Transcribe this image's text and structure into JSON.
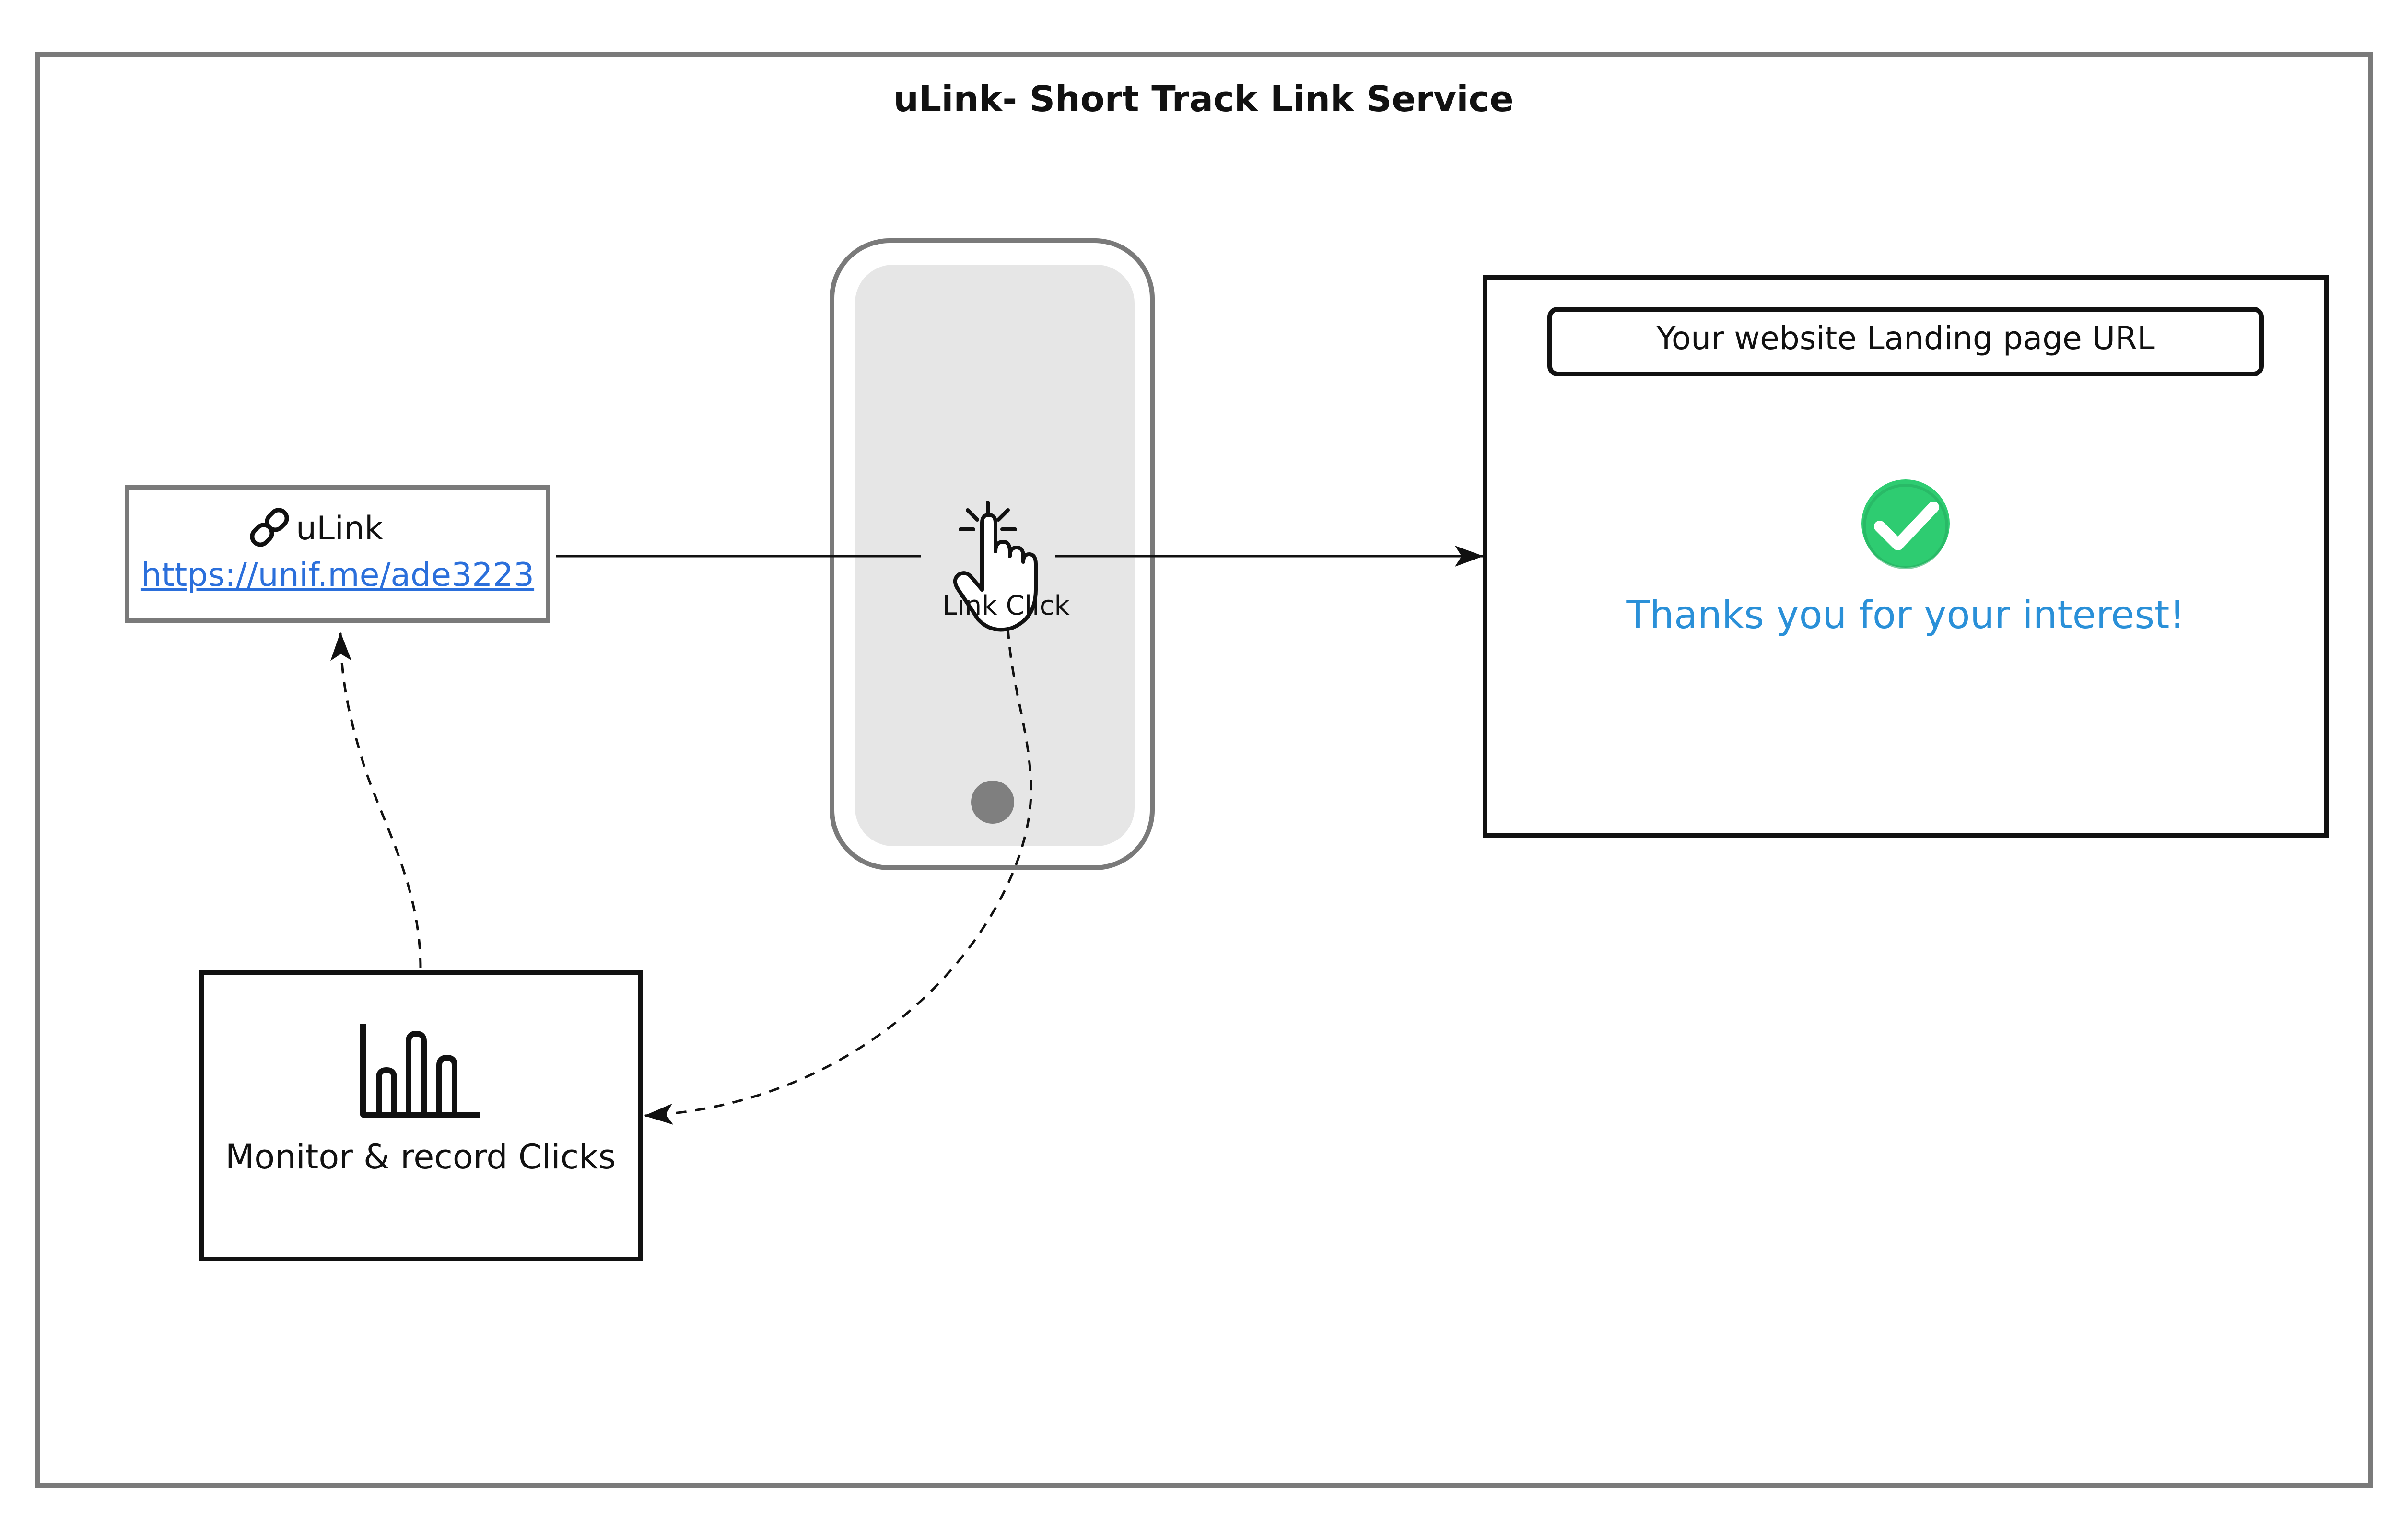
{
  "diagram": {
    "title": "uLink- Short Track Link Service",
    "ulink_box": {
      "label": "uLink",
      "url": "https://unif.me/ade3223",
      "icon": "chain-link-icon"
    },
    "phone": {
      "click_label": "Link Click",
      "icon": "pointing-hand-click-icon"
    },
    "landing_page": {
      "url_bar_text": "Your website Landing page URL",
      "message": "Thanks you for your interest!",
      "icon": "green-check-circle-icon"
    },
    "monitor_box": {
      "label": "Monitor & record Clicks",
      "icon": "bar-chart-icon"
    }
  },
  "colors": {
    "link_blue": "#2b6fdb",
    "message_blue": "#2a90d8",
    "check_green": "#2ecc71",
    "frame_gray": "#7a7a7a",
    "phone_screen": "#e6e6e6",
    "phone_button": "#7f7f7f",
    "border_black": "#111111"
  }
}
